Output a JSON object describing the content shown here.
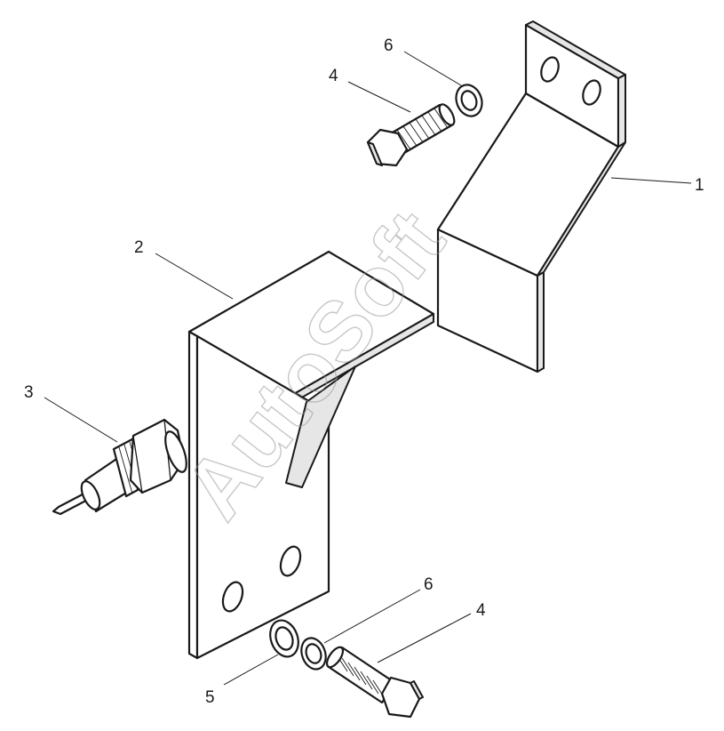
{
  "diagram": {
    "callouts": {
      "c1": "1",
      "c2": "2",
      "c3": "3",
      "c4_top": "4",
      "c4_bottom": "4",
      "c5": "5",
      "c6_top": "6",
      "c6_bottom": "6"
    },
    "watermark": "AutoSoft",
    "line_color": "#1a1a1a",
    "background": "#ffffff"
  }
}
